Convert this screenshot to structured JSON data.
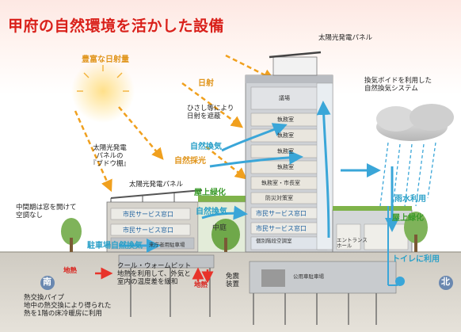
{
  "title": "甲府の自然環境を活かした設備",
  "labels": {
    "sunlight_rich": "豊富な日射量",
    "solar_panel_top": "太陽光発電パネル",
    "sunlight": "日射",
    "eaves_shading": "ひさし等により\n日射を遮蔽",
    "vent_void": "換気ボイドを利用した\n自然換気システム",
    "natural_vent": "自然換気",
    "natural_light": "自然採光",
    "grape_trellis": "太陽光発電\nパネルの\n『ブドウ棚』",
    "solar_panel_low": "太陽光発電パネル",
    "mid_season": "中間期は窓を開けて\n空調なし",
    "rooftop_green_1": "屋上緑化",
    "natural_vent_2": "自然換気",
    "parking_vent": "駐車場自然換気",
    "rain_use": "雨水利用",
    "rooftop_green_2": "屋上緑化",
    "toilet_use": "トイレに利用",
    "geothermal_1": "地熱",
    "geothermal_2": "地熱",
    "cool_warm_pit": "クール・ウォームピット\n地熱を利用して、外気と\n室内の温度差を緩和",
    "seismic": "免震\n装置",
    "heat_pipe": "熱交換パイプ\n地中の熱交換により得られた\n熱を1階の床冷暖房に利用",
    "south": "南",
    "north": "北"
  },
  "rooms": {
    "assembly": "議場",
    "exec1": "執務室",
    "exec2": "執務室",
    "exec3": "執務室",
    "exec4": "執務室",
    "exec_mayor": "執務室・市長室",
    "disaster": "防災対策室",
    "citizen_w1": "市民サービス窓口",
    "citizen_w2": "市民サービス窓口",
    "citizen_e1": "市民サービス窓口",
    "citizen_e2": "市民サービス窓口",
    "courtyard": "中庭",
    "parking_office": "来庁者用駐車場",
    "public_parking": "公用車駐車場",
    "entrance": "エントランス\nホール",
    "small_room": "個別階段空調室"
  },
  "colors": {
    "title_red": "#d9201a",
    "orange": "#f0a01e",
    "blue": "#3aa6d8",
    "green": "#3a9a2a",
    "red": "#e8332a"
  }
}
